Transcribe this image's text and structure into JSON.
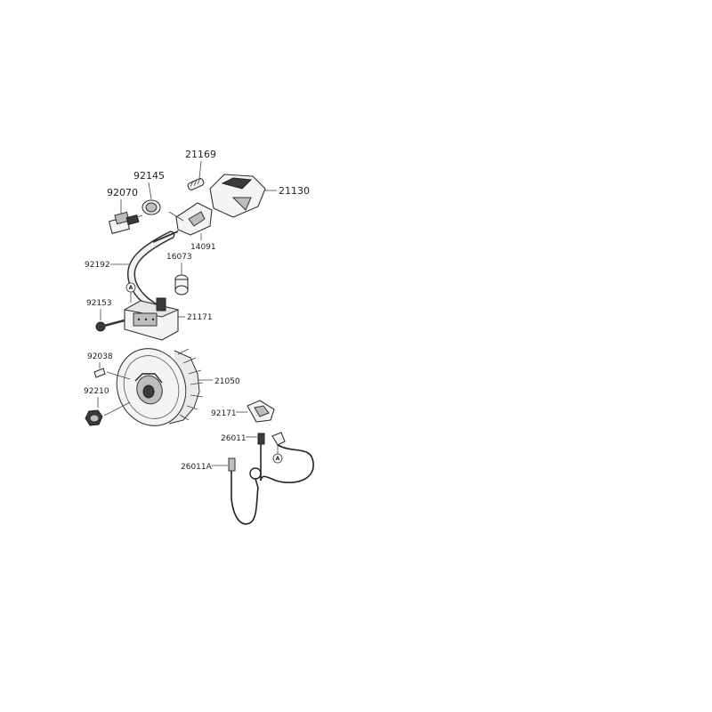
{
  "labels": {
    "p21169": "21169",
    "p92145": "92145",
    "p92070": "92070",
    "p21130": "21130",
    "p14091": "14091",
    "p92192": "92192",
    "p16073": "16073",
    "p92153": "92153",
    "p21171": "21171",
    "p92038": "92038",
    "p21050": "21050",
    "p92210": "92210",
    "p92171": "92171",
    "p26011": "26011",
    "p26011A": "26011A"
  },
  "ref_marker": "A"
}
